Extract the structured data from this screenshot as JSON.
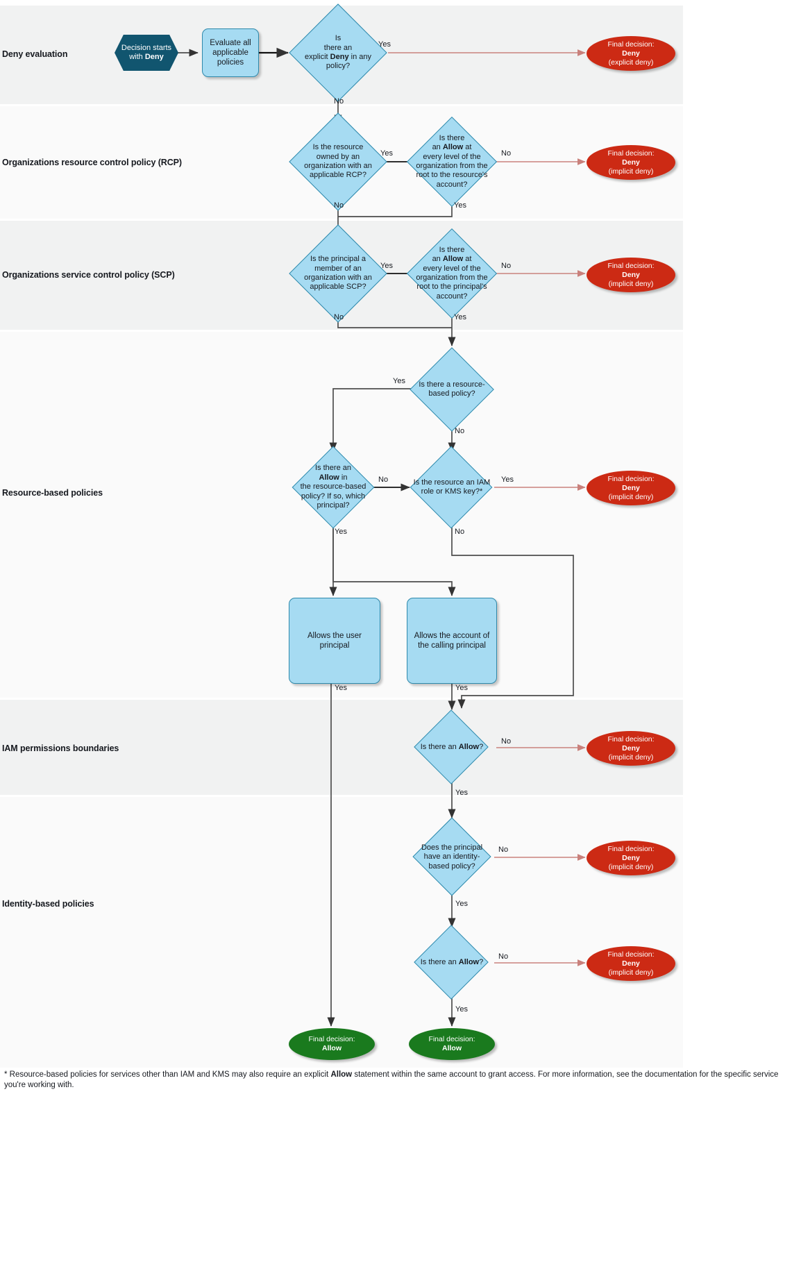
{
  "sections": [
    {
      "label": "Deny evaluation"
    },
    {
      "label": "Organizations resource control policy (RCP)"
    },
    {
      "label": "Organizations service control policy (SCP)"
    },
    {
      "label": "Resource-based policies"
    },
    {
      "label": "IAM permissions boundaries"
    },
    {
      "label": "Identity-based policies"
    }
  ],
  "nodes": {
    "start": "Decision starts with Deny",
    "start_plain": "Decision starts with ",
    "start_bold": "Deny",
    "evaluate": "Evaluate all applicable policies",
    "explicit_deny_q_1": "Is",
    "explicit_deny_q_2": "there an",
    "explicit_deny_q_3a": "explicit ",
    "explicit_deny_q_3b": "Deny",
    "explicit_deny_q_3c": " in any",
    "explicit_deny_q_4": "policy?",
    "rcp_owned_q": "Is the resource owned by an organization with an applicable RCP?",
    "rcp_allow_q_a": "Is there",
    "rcp_allow_q_b": "an ",
    "rcp_allow_q_bold": "Allow",
    "rcp_allow_q_c": " at",
    "rcp_allow_q_d": "every level of the organization from the root to the resource's account?",
    "scp_member_q": "Is the principal a member of an organization with an applicable SCP?",
    "scp_allow_q_d": "every level of the organization from the root to the principal's account?",
    "rbp_exists_q": "Is there a resource-based policy?",
    "rbp_allow_q_1": "Is there an",
    "rbp_allow_q_2bold": "Allow",
    "rbp_allow_q_2rest": " in",
    "rbp_allow_q_3": "the resource-based",
    "rbp_allow_q_4": "policy? If so, which",
    "rbp_allow_q_5": "principal?",
    "iam_role_kms_q": "Is the resource an IAM role or KMS key?*",
    "allows_user_principal": "Allows the user principal",
    "allows_account_calling": "Allows the account of the calling principal",
    "pb_allow_q_pre": "Is there an ",
    "pb_allow_q_bold": "Allow",
    "pb_allow_q_post": "?",
    "identity_policy_q": "Does the principal have an identity-based policy?",
    "identity_allow_q_pre": "Is there an ",
    "identity_allow_q_bold": "Allow",
    "identity_allow_q_post": "?"
  },
  "terminals": {
    "deny_explicit": {
      "line1": "Final decision:",
      "line2": "Deny",
      "line3": "(explicit deny)"
    },
    "deny_implicit": {
      "line1": "Final decision:",
      "line2": "Deny",
      "line3": "(implicit deny)"
    },
    "allow": {
      "line1": "Final decision:",
      "line2": "Allow"
    }
  },
  "edge_labels": {
    "yes": "Yes",
    "no": "No"
  },
  "footnote": {
    "part1": "* Resource-based policies for services other than IAM and KMS may also require an explicit ",
    "bold": "Allow",
    "part2": " statement within the same account to grant access. For more information, see the documentation for the specific service you're working with."
  },
  "colors": {
    "diamond_fill": "#a6dbf2",
    "diamond_stroke": "#2e89ab",
    "start_fill": "#11556f",
    "deny_fill": "#cc2a14",
    "allow_fill": "#1a7a1e",
    "band_shade": "#f1f2f2",
    "band_light": "#fafafa",
    "deny_edge": "#c9817c",
    "edge": "#4d4d4d"
  }
}
